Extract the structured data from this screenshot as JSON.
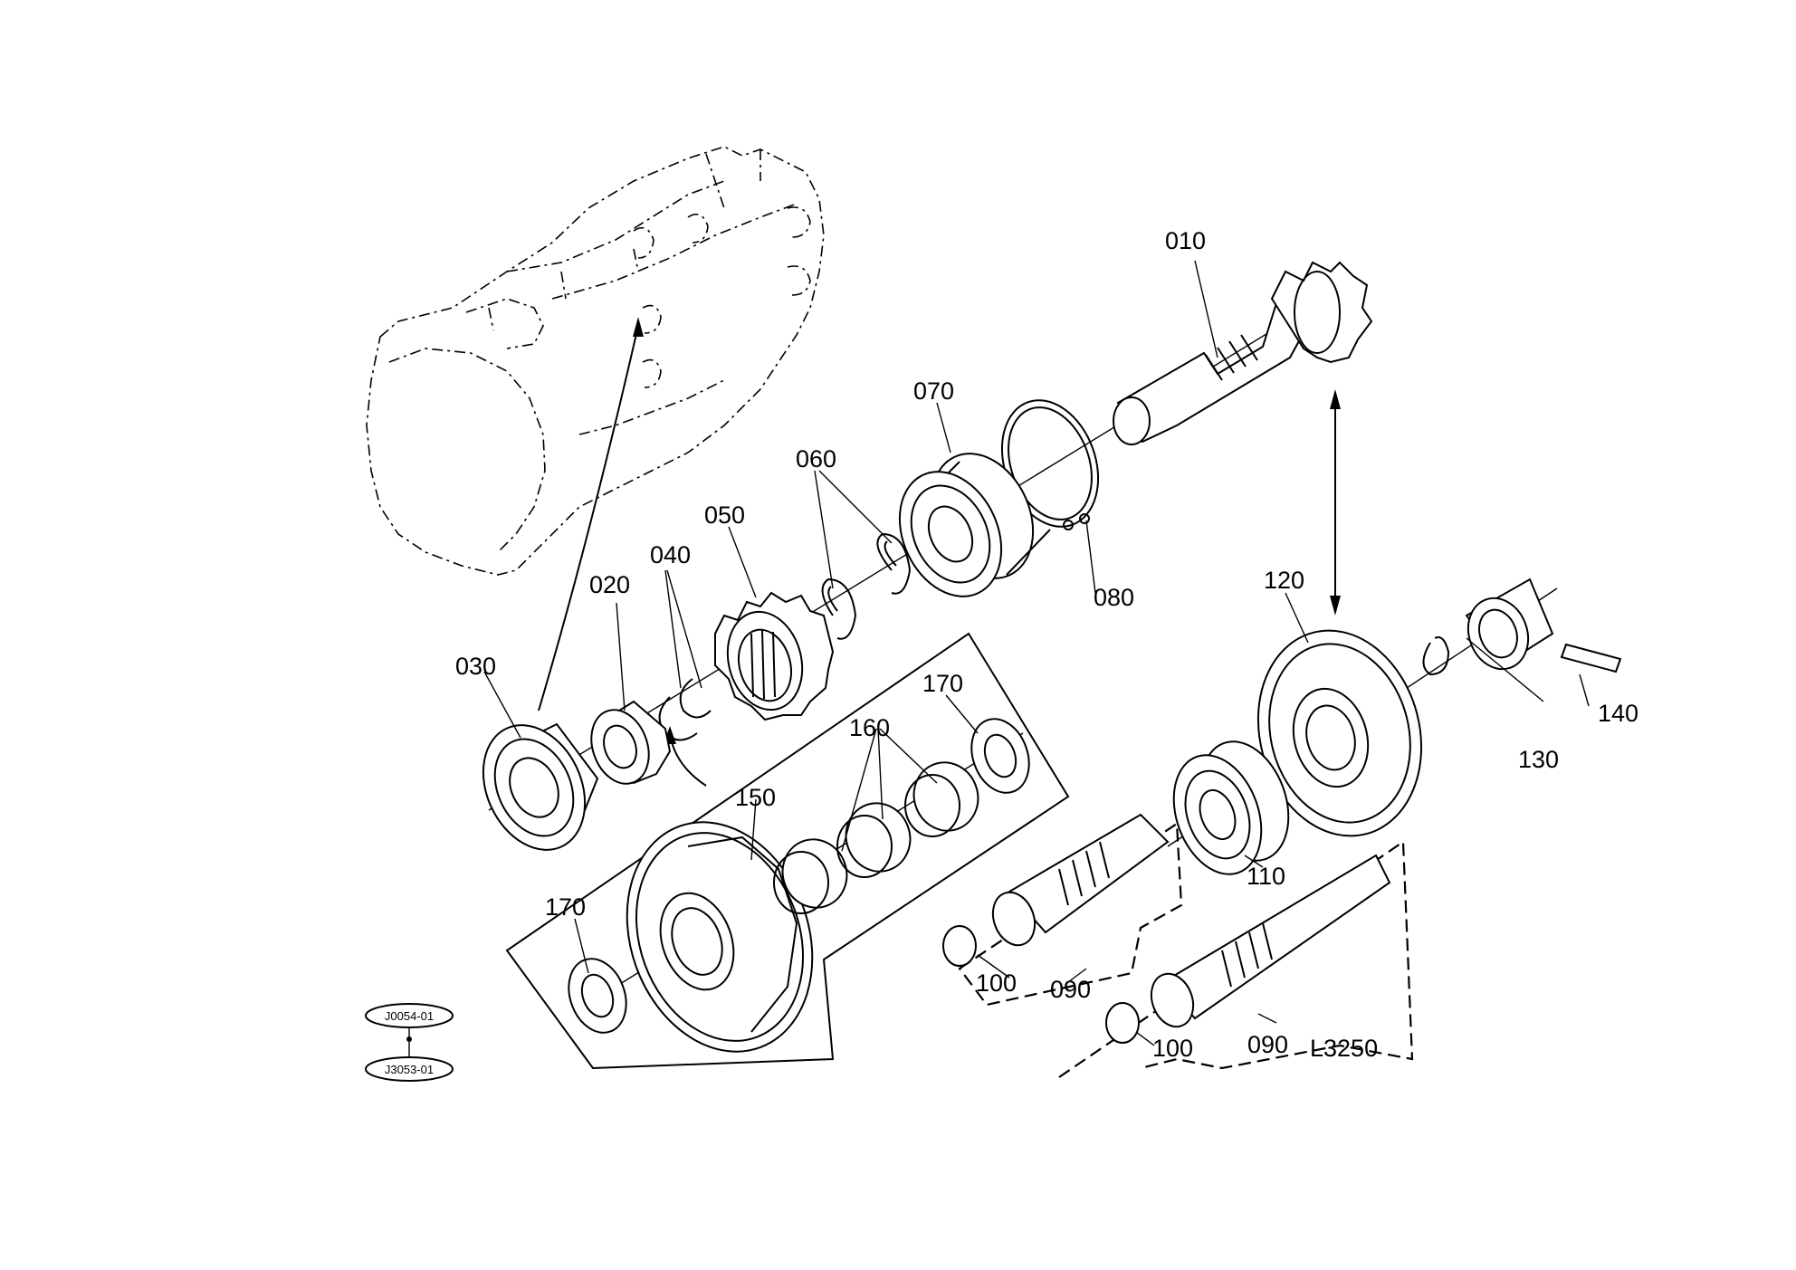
{
  "parts": {
    "p010": "010",
    "p020": "020",
    "p030": "030",
    "p040": "040",
    "p050": "050",
    "p060": "060",
    "p070": "070",
    "p080": "080",
    "p090a": "090",
    "p090b": "090",
    "p100a": "100",
    "p100b": "100",
    "p110": "110",
    "p120": "120",
    "p130": "130",
    "p140": "140",
    "p150": "150",
    "p160": "160",
    "p170a": "170",
    "p170b": "170"
  },
  "model": "L3250",
  "refs": {
    "upper": "J0054-01",
    "lower": "J3053-01"
  }
}
